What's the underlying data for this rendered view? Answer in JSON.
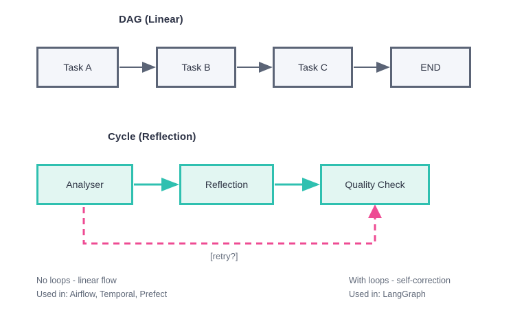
{
  "diagram": {
    "background": "#ffffff",
    "sections": [
      {
        "id": "dag",
        "title": "DAG (Linear)",
        "node_fill": "#f4f6fa",
        "node_border": "#5b6476",
        "edge_color": "#5b6476",
        "nodes": [
          {
            "id": "task-a",
            "label": "Task A"
          },
          {
            "id": "task-b",
            "label": "Task B"
          },
          {
            "id": "task-c",
            "label": "Task C"
          },
          {
            "id": "end",
            "label": "END"
          }
        ],
        "edges": [
          {
            "from": "task-a",
            "to": "task-b",
            "style": "solid"
          },
          {
            "from": "task-b",
            "to": "task-c",
            "style": "solid"
          },
          {
            "from": "task-c",
            "to": "end",
            "style": "solid"
          }
        ]
      },
      {
        "id": "cycle",
        "title": "Cycle (Reflection)",
        "node_fill": "#e2f6f2",
        "node_border": "#2fc0b0",
        "edge_color": "#2fc0b0",
        "loop_color": "#ee4b93",
        "nodes": [
          {
            "id": "analyser",
            "label": "Analyser"
          },
          {
            "id": "reflection",
            "label": "Reflection"
          },
          {
            "id": "quality-check",
            "label": "Quality Check"
          }
        ],
        "edges": [
          {
            "from": "analyser",
            "to": "reflection",
            "style": "solid"
          },
          {
            "from": "reflection",
            "to": "quality-check",
            "style": "solid"
          },
          {
            "from": "analyser",
            "to": "quality-check",
            "style": "dashed",
            "label": "[retry?]"
          }
        ],
        "loop_label": "[retry?]"
      }
    ],
    "footnotes": {
      "left": {
        "line1": "No loops - linear flow",
        "line2": "Used in: Airflow, Temporal, Prefect"
      },
      "right": {
        "line1": "With loops - self-correction",
        "line2": "Used in: LangGraph"
      }
    }
  }
}
